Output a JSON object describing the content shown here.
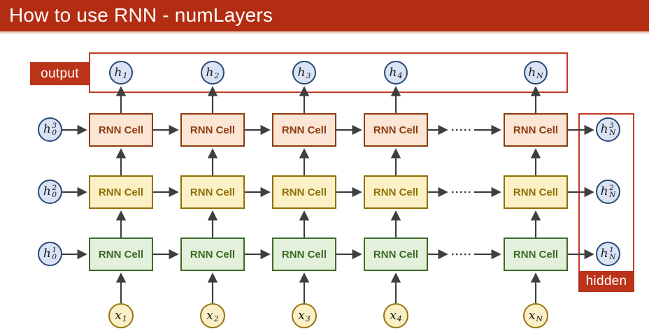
{
  "title": "How to use RNN - numLayers",
  "labels": {
    "output": "output",
    "hidden": "hidden"
  },
  "diagram": {
    "cell_label": "RNN Cell"
  },
  "nodes": {
    "outputs": [
      {
        "v": "h",
        "sub": "1"
      },
      {
        "v": "h",
        "sub": "2"
      },
      {
        "v": "h",
        "sub": "3"
      },
      {
        "v": "h",
        "sub": "4"
      },
      {
        "v": "h",
        "sub": "N"
      }
    ],
    "initial_states": [
      {
        "v": "h",
        "sub": "0",
        "sup": "3"
      },
      {
        "v": "h",
        "sub": "0",
        "sup": "2"
      },
      {
        "v": "h",
        "sub": "0",
        "sup": "1"
      }
    ],
    "final_states": [
      {
        "v": "h",
        "sub": "N",
        "sup": "3"
      },
      {
        "v": "h",
        "sub": "N",
        "sup": "2"
      },
      {
        "v": "h",
        "sub": "N",
        "sup": "1"
      }
    ],
    "inputs": [
      {
        "v": "x",
        "sub": "1"
      },
      {
        "v": "x",
        "sub": "2"
      },
      {
        "v": "x",
        "sub": "3"
      },
      {
        "v": "x",
        "sub": "4"
      },
      {
        "v": "x",
        "sub": "N"
      }
    ]
  },
  "colors": {
    "title_bar_bg": "#B32D12",
    "title_bar_edge": "#EACFC6",
    "band_border": "#C23A20",
    "label_bg": "#BB3318",
    "label_text": "#FFFFFF",
    "arrow": "#3F3F3F",
    "state_fill": "#DAE3F5",
    "state_border": "#2A4875",
    "cell_top_fill": "#FBE5D5",
    "cell_top_border": "#8C3D10",
    "cell_mid_fill": "#FBF0C6",
    "cell_mid_border": "#8E7104",
    "cell_bot_fill": "#E3F0DC",
    "cell_bot_border": "#3D6B25",
    "input_fill": "#FBEFC7",
    "input_border": "#96760A",
    "node_text": "#1A1A1A"
  }
}
